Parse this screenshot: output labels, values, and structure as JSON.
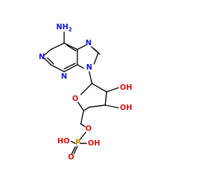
{
  "molecule": {
    "colors": {
      "nitrogen": "#1010d8",
      "oxygen": "#e01010",
      "phosphorus": "#e08000",
      "bond": "#000000"
    },
    "labels": {
      "nh2": "NH",
      "nh2_sub": "2",
      "n1": "N",
      "n3": "N",
      "n7": "N",
      "n9": "N",
      "ring_o": "O",
      "oh_2": "OH",
      "oh_3": "OH",
      "ester_o": "O",
      "p": "P",
      "p_ho_left": "HO",
      "p_oh_right": "OH",
      "p_o_double": "O"
    }
  }
}
